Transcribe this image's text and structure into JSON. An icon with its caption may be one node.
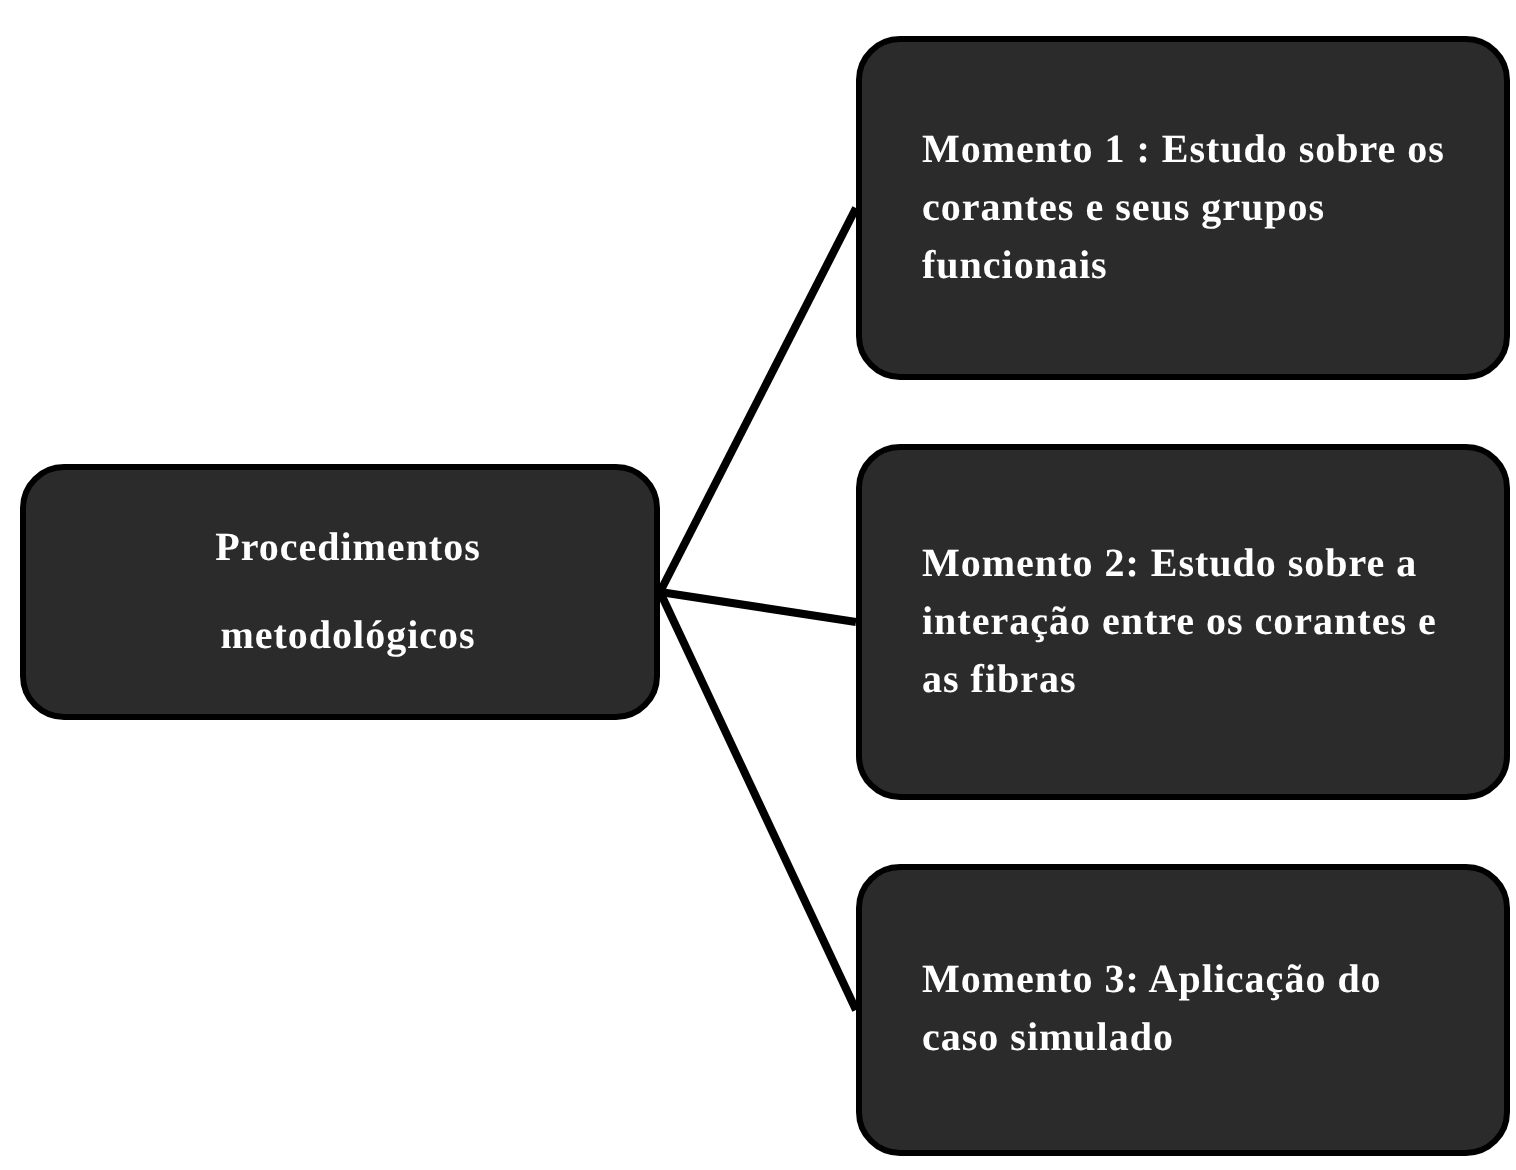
{
  "diagram": {
    "nodes": [
      {
        "text": [
          "Procedimentos metodológicos"
        ]
      },
      {
        "text": [
          "Momento 1 : Estudo sobre os corantes e seus grupos funcionais"
        ]
      },
      {
        "text": [
          "Momento 2: Estudo sobre a interação entre os corantes e as fibras"
        ]
      },
      {
        "text": [
          "Momento 3: Aplicação do caso simulado"
        ]
      }
    ],
    "edges": [
      {
        "from": 0,
        "to": 1,
        "arrow": "none"
      },
      {
        "from": 0,
        "to": 2,
        "arrow": "none"
      },
      {
        "from": 0,
        "to": 3,
        "arrow": "none"
      }
    ]
  }
}
